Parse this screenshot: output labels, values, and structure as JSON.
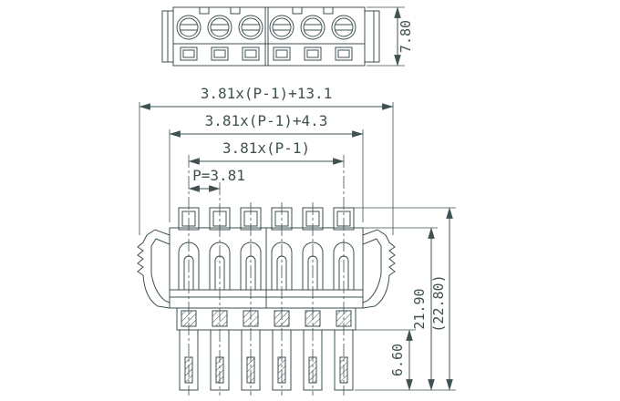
{
  "diagram": {
    "type": "terminal-block-technical-drawing",
    "line_color": "#3f5151",
    "background": "#ffffff",
    "top_view": {
      "height_dim": "7.80"
    },
    "front_view": {
      "width_dims": {
        "overall": "3.81x(P-1)+13.1",
        "flange": "3.81x(P-1)+4.3",
        "pin_span": "3.81x(P-1)",
        "pitch": "P=3.81"
      },
      "height_dims": {
        "body": "21.90",
        "overall": "(22.80)",
        "pin": "6.60"
      }
    }
  }
}
